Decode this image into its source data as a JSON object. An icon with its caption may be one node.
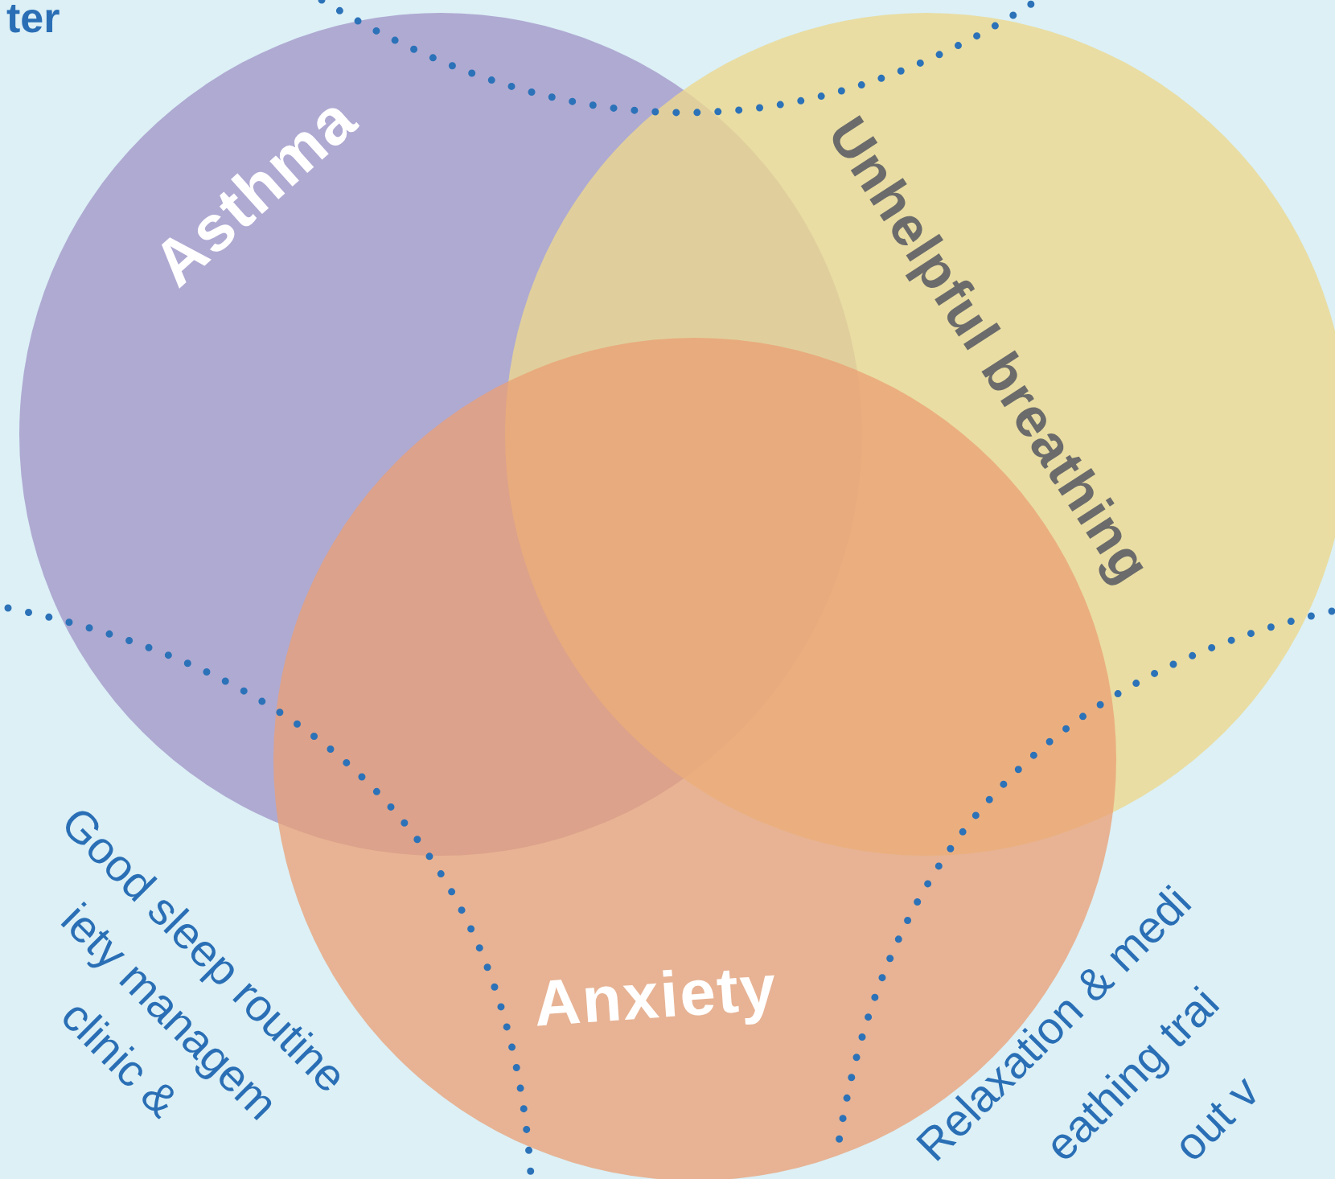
{
  "diagram": {
    "nodes": [
      {
        "text": [
          "Asthma"
        ]
      },
      {
        "text": [
          "Unhelpful breathing"
        ]
      },
      {
        "text": [
          "Anxiety"
        ]
      }
    ],
    "labels": [
      "ter",
      "Good sleep routine",
      "iety managem",
      "clinic &",
      "Relaxation & medi",
      "eathing trai",
      "out v"
    ]
  }
}
